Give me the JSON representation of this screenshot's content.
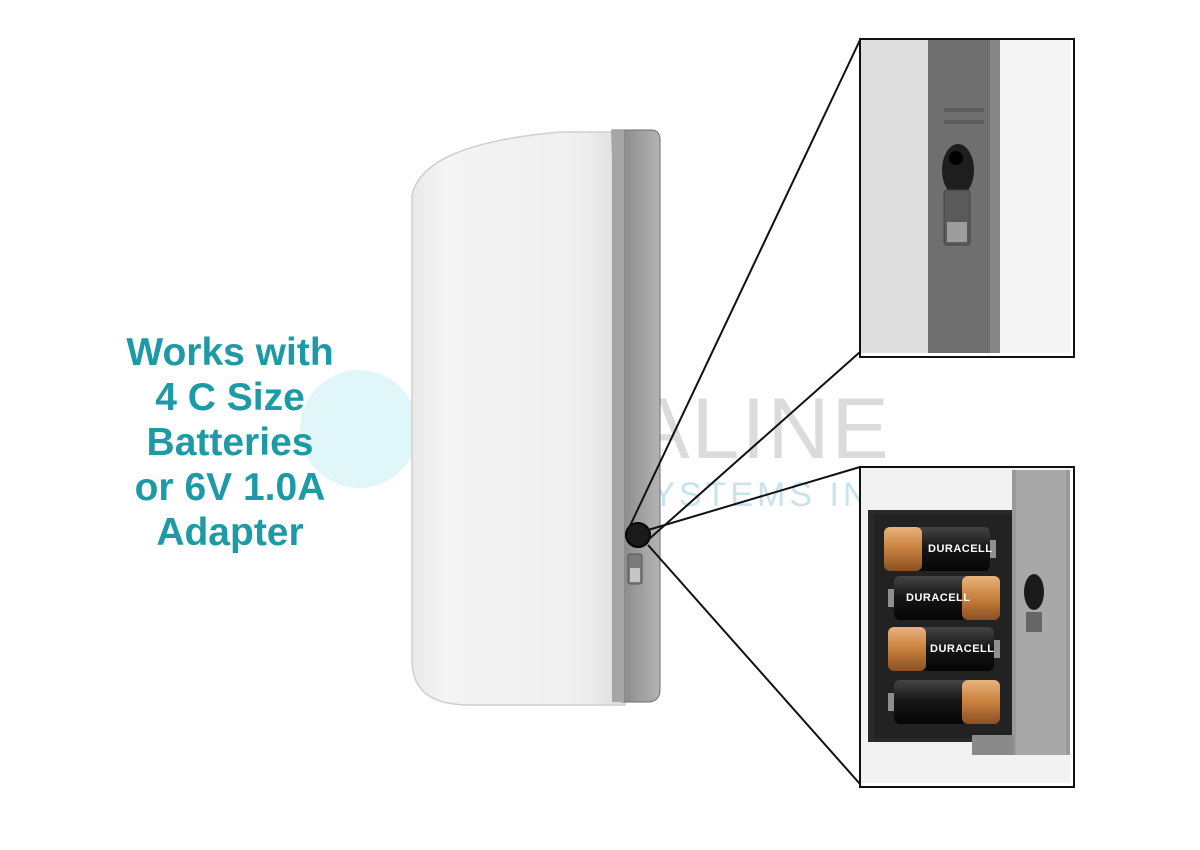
{
  "feature_text": {
    "lines": [
      "Works with",
      "4 C Size",
      "Batteries",
      "or 6V 1.0A",
      "Adapter"
    ]
  },
  "watermark": {
    "name": "DURALINE",
    "subtitle": "BIOSYSTEMS INC"
  },
  "battery_brand": "DURACELL",
  "battery_count": 4,
  "colors": {
    "accent_text": "#1d9aa6",
    "housing": "#f0f0f0",
    "side_panel": "#8c8c8c",
    "zoom_border": "#111111",
    "battery_copper": "#c8803c"
  }
}
